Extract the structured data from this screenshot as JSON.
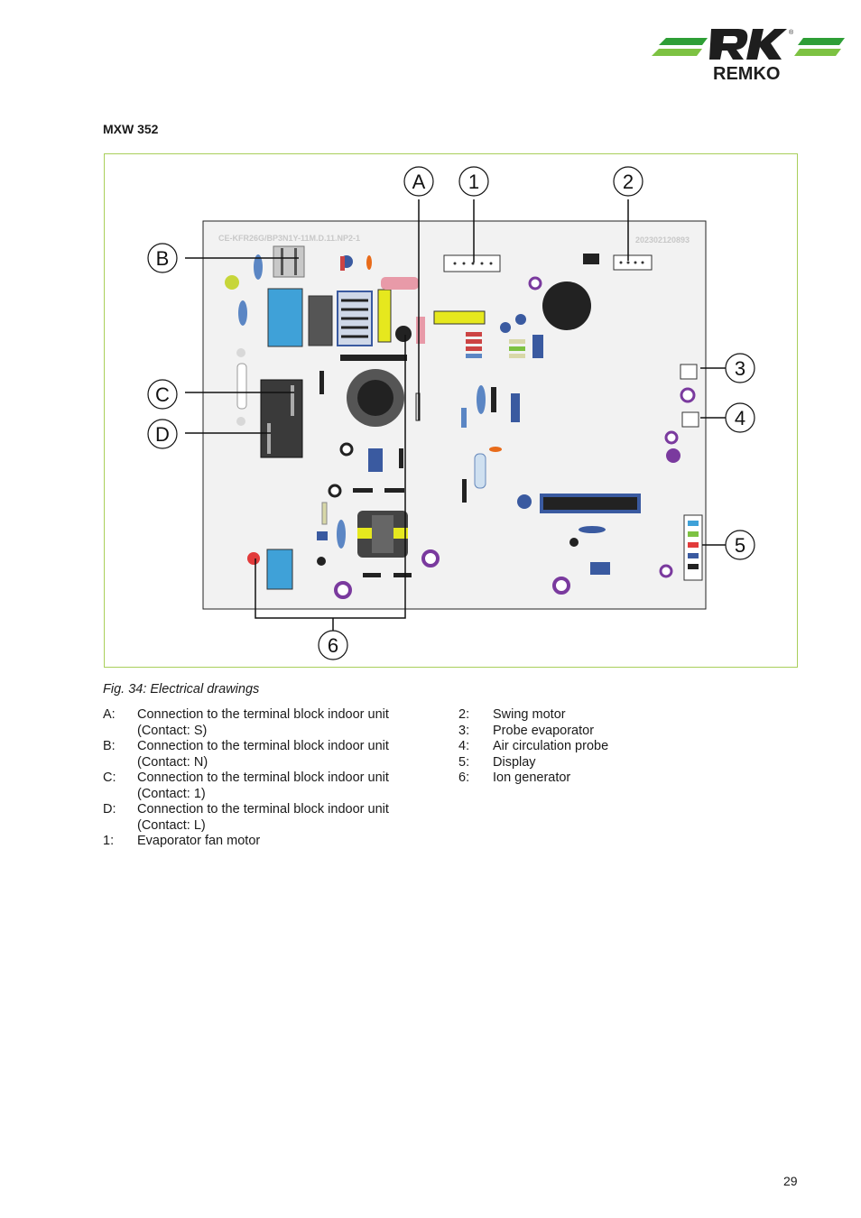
{
  "brand": {
    "name": "REMKO",
    "colors": {
      "stripe_green": "#2e9e36",
      "light_green": "#7dc242",
      "logo_dark": "#1e1e1e"
    }
  },
  "section_title": "MXW 352",
  "figure": {
    "frame_color": "#a9cf5a",
    "board_texts": {
      "model_code": "CE-KFR26G/BP3N1Y-11M.D.11.NP2-1",
      "serial": "202302120893"
    },
    "markers": [
      "A",
      "1",
      "2",
      "B",
      "3",
      "C",
      "4",
      "D",
      "5",
      "6"
    ],
    "caption": "Fig. 34: Electrical drawings"
  },
  "legend_left": [
    {
      "key": "A:",
      "text": "Connection to the terminal block indoor unit (Contact: S)"
    },
    {
      "key": "B:",
      "text": "Connection to the terminal block indoor unit (Contact: N)"
    },
    {
      "key": "C:",
      "text": "Connection to the terminal block indoor unit (Contact: 1)"
    },
    {
      "key": "D:",
      "text": "Connection to the terminal block indoor unit (Contact: L)"
    },
    {
      "key": "1:",
      "text": "Evaporator fan motor"
    }
  ],
  "legend_right": [
    {
      "key": "2:",
      "text": "Swing motor"
    },
    {
      "key": "3:",
      "text": "Probe evaporator"
    },
    {
      "key": "4:",
      "text": "Air circulation probe"
    },
    {
      "key": "5:",
      "text": "Display"
    },
    {
      "key": "6:",
      "text": "Ion generator"
    }
  ],
  "page_number": "29"
}
